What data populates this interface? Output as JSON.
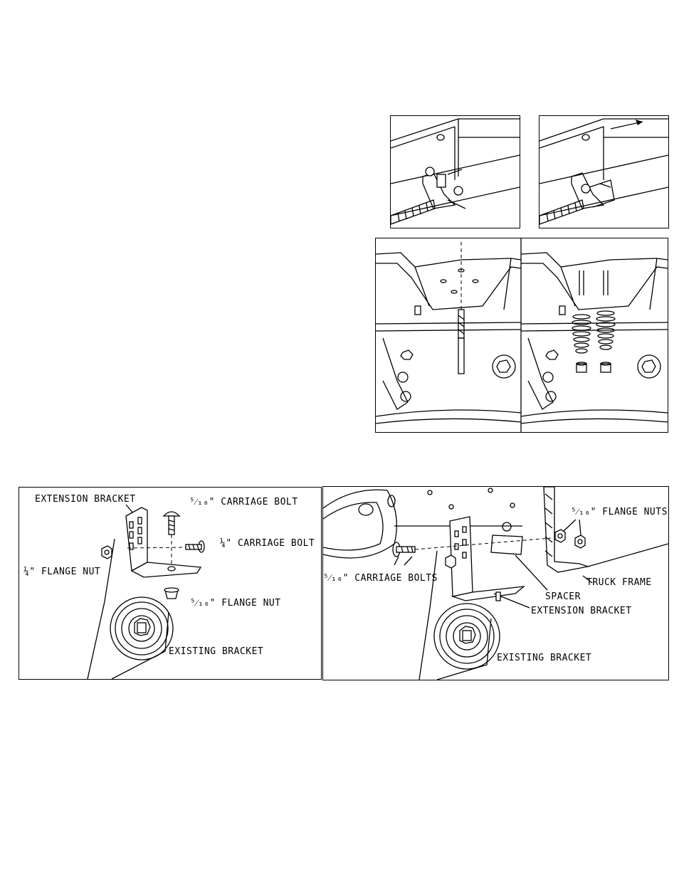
{
  "figures": {
    "step_a": {
      "name": "latch-closeup-1"
    },
    "step_b": {
      "name": "latch-closeup-2"
    },
    "frame_drill": {
      "name": "frame-drilling-view"
    },
    "frame_springs": {
      "name": "frame-spring-install-view"
    },
    "bracket_exploded": {
      "labels": {
        "extension_bracket": "EXTENSION BRACKET",
        "carriage_bolt_516": "⁵⁄₁₆\" CARRIAGE BOLT",
        "carriage_bolt_14": "¼\" CARRIAGE BOLT",
        "flange_nut_14": "¼\" FLANGE NUT",
        "flange_nut_516": "⁵⁄₁₆\" FLANGE NUT",
        "existing_bracket": "EXISTING BRACKET"
      }
    },
    "bracket_installed": {
      "labels": {
        "flange_nuts": "⁵⁄₁₆\" FLANGE NUTS",
        "carriage_bolts": "⁵⁄₁₆\" CARRIAGE BOLTS",
        "truck_frame": "TRUCK FRAME",
        "spacer": "SPACER",
        "extension_bracket": "EXTENSION BRACKET",
        "existing_bracket": "EXISTING BRACKET"
      }
    }
  }
}
